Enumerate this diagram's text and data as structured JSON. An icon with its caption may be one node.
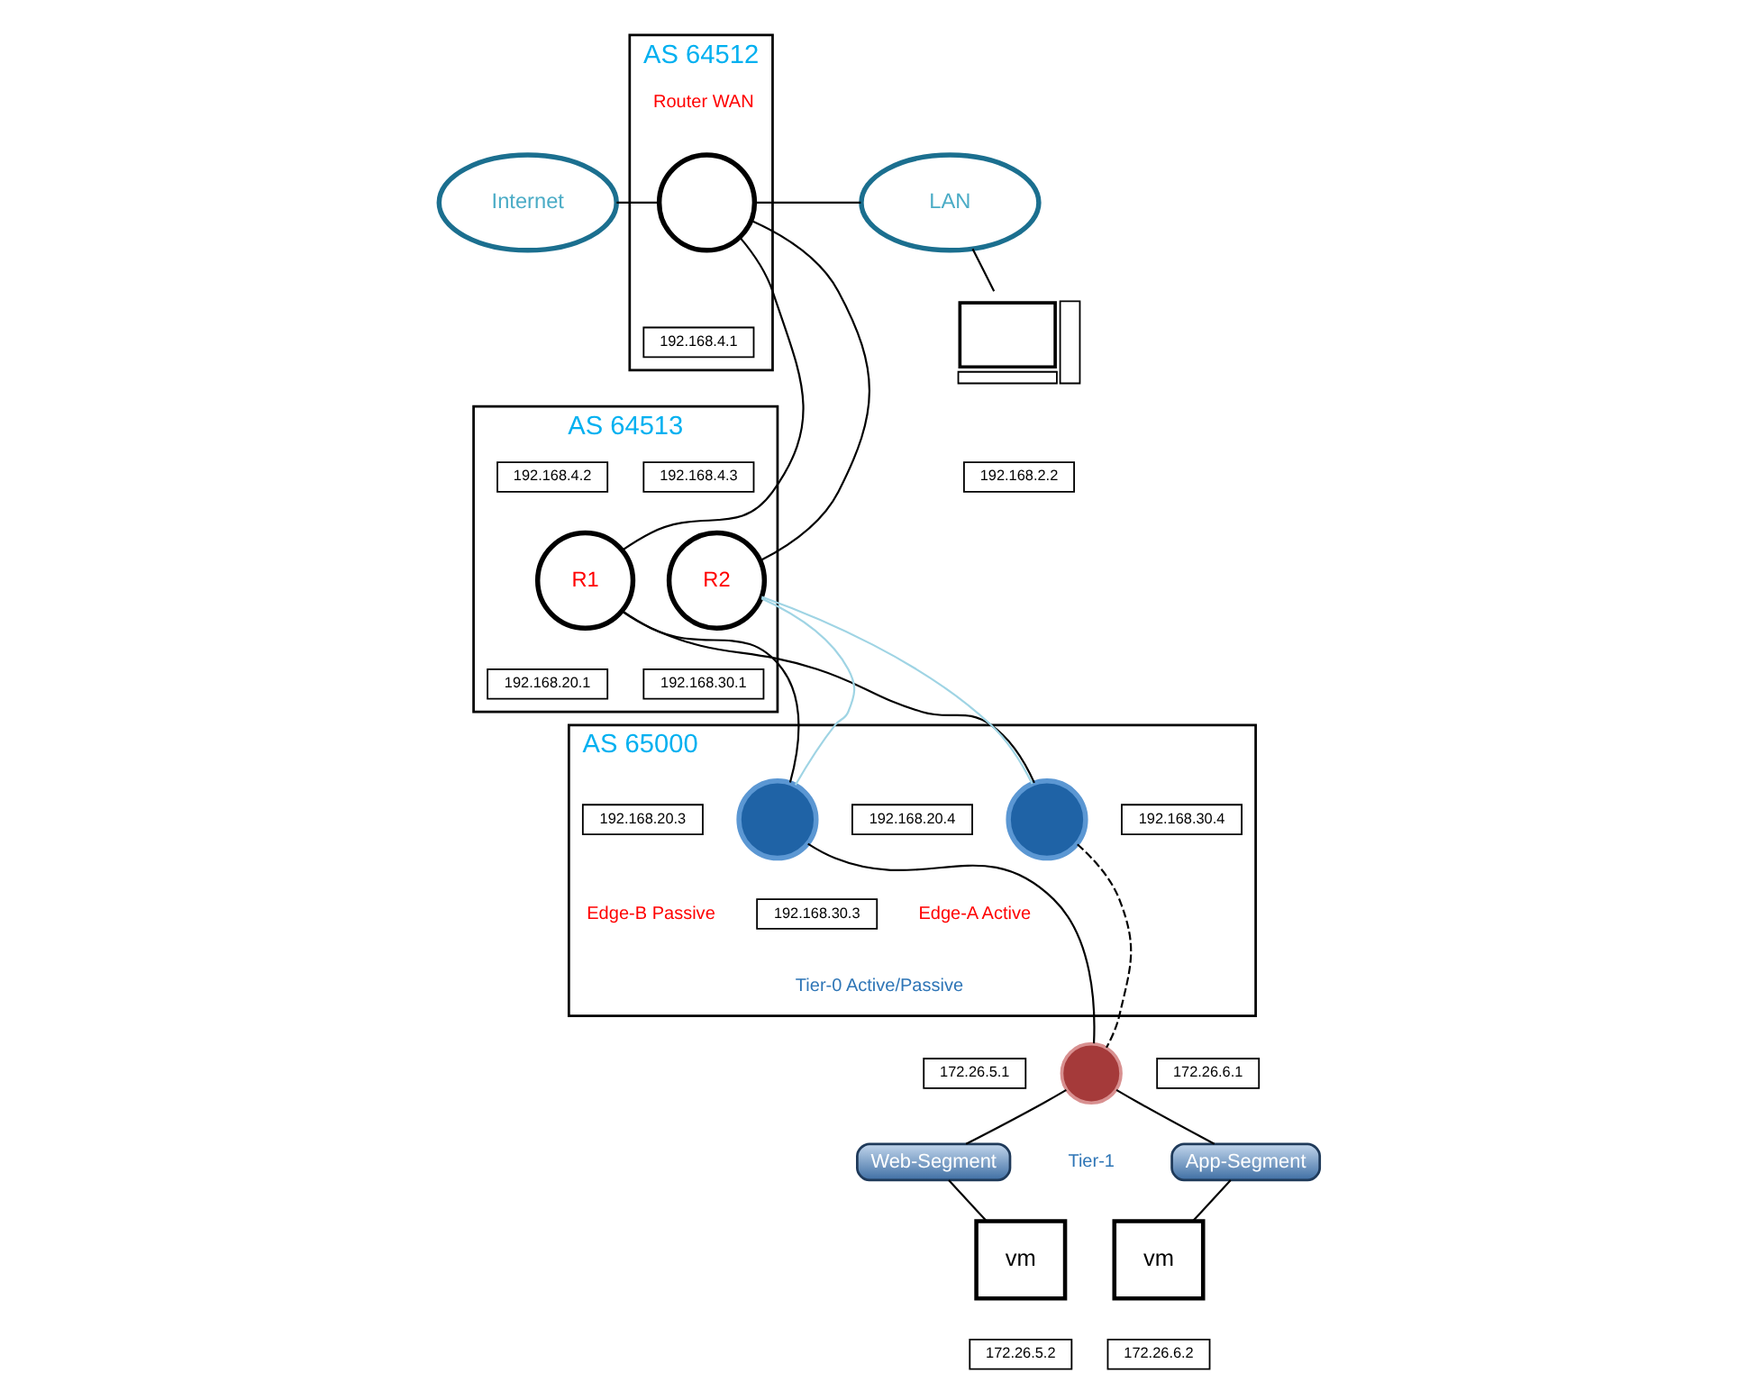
{
  "diagram": {
    "nodes": [
      {
        "text": [
          "Internet"
        ]
      },
      {
        "text": [
          "AS 64512"
        ]
      },
      {
        "text": [],
        "shape": "circle",
        "in": 1,
        "beside": [
          "Router WAN"
        ]
      },
      {
        "text": [
          "192.168.4.1"
        ],
        "in": 1
      },
      {
        "text": [
          "LAN"
        ]
      },
      {
        "text": [
          "AS 64513"
        ]
      },
      {
        "text": [
          "192.168.4.2"
        ],
        "in": 5
      },
      {
        "text": [
          "R1"
        ],
        "in": 5
      },
      {
        "text": [
          "192.168.4.3"
        ],
        "in": 5
      },
      {
        "text": [
          "R2"
        ],
        "in": 5
      },
      {
        "text": [
          "192.168.20.1"
        ],
        "in": 5
      },
      {
        "text": [
          "192.168.30.1"
        ],
        "in": 5
      },
      {
        "text": [],
        "shape": "computer"
      },
      {
        "text": [
          "192.168.2.2"
        ]
      },
      {
        "text": [
          "AS 65000"
        ]
      },
      {
        "text": [
          "192.168.20.3"
        ],
        "in": 14
      },
      {
        "text": [],
        "shape": "circle",
        "in": 14,
        "beside": [
          "Edge-B Passive"
        ]
      },
      {
        "text": [
          "192.168.30.3"
        ],
        "in": 14
      },
      {
        "text": [
          "192.168.20.4"
        ],
        "in": 14
      },
      {
        "text": [],
        "shape": "circle",
        "in": 14,
        "beside": [
          "Edge-A Active"
        ]
      },
      {
        "text": [
          "192.168.30.4"
        ],
        "in": 14
      },
      {
        "text": [],
        "shape": "circle",
        "beside": [
          "Tier-1"
        ]
      },
      {
        "text": [
          "172.26.5.1"
        ]
      },
      {
        "text": [
          "172.26.6.1"
        ]
      },
      {
        "text": [
          "Web-Segment"
        ]
      },
      {
        "text": [
          "App-Segment"
        ]
      },
      {
        "text": [
          "vm"
        ]
      },
      {
        "text": [
          "vm"
        ]
      },
      {
        "text": [
          "172.26.5.2"
        ]
      },
      {
        "text": [
          "172.26.6.2"
        ]
      }
    ],
    "edges": [
      {
        "from": 0,
        "to": 2,
        "arrow": "none"
      },
      {
        "from": 2,
        "to": 4,
        "arrow": "none"
      },
      {
        "from": 2,
        "to": 7,
        "arrow": "none"
      },
      {
        "from": 2,
        "to": 9,
        "arrow": "none"
      },
      {
        "from": 4,
        "to": 12,
        "arrow": "none"
      },
      {
        "from": 7,
        "to": 16,
        "arrow": "none"
      },
      {
        "from": 7,
        "to": 19,
        "arrow": "none"
      },
      {
        "from": 9,
        "to": 16,
        "arrow": "none",
        "color": "#9fd4e4"
      },
      {
        "from": 9,
        "to": 19,
        "arrow": "none",
        "color": "#9fd4e4"
      },
      {
        "from": 16,
        "to": 21,
        "arrow": "none"
      },
      {
        "from": 19,
        "to": 21,
        "arrow": "none",
        "style": "dashed"
      },
      {
        "from": 21,
        "to": 24,
        "arrow": "none"
      },
      {
        "from": 21,
        "to": 25,
        "arrow": "none"
      },
      {
        "from": 24,
        "to": 26,
        "arrow": "none"
      },
      {
        "from": 25,
        "to": 27,
        "arrow": "none"
      }
    ],
    "labels": [
      "Tier-0 Active/Passive"
    ]
  }
}
